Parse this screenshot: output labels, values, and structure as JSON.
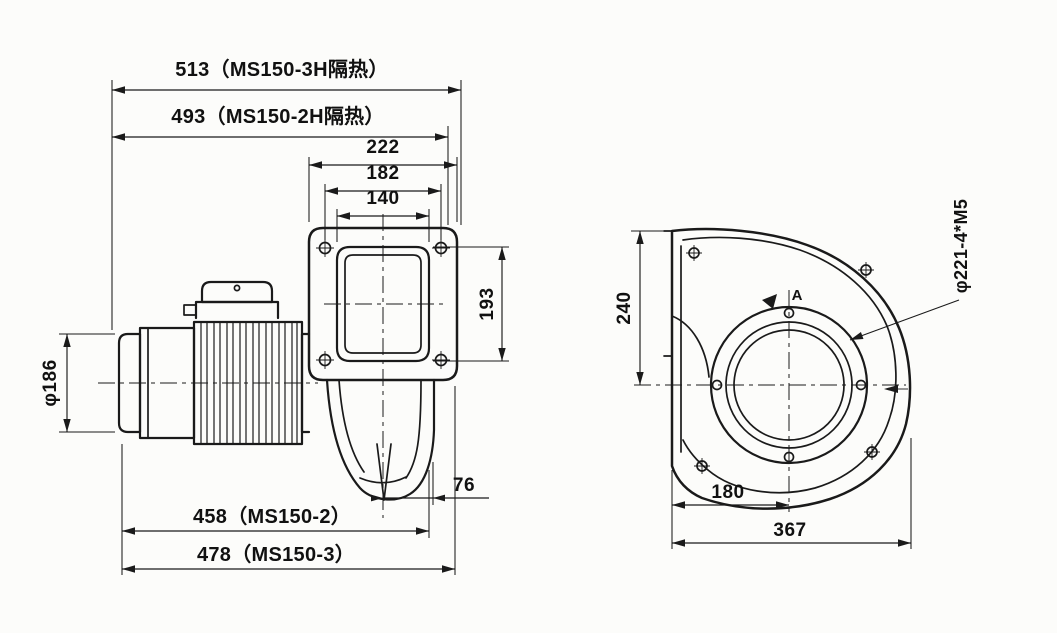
{
  "drawing": {
    "type": "technical-dimension-drawing",
    "subject": "MS150 centrifugal blower with motor, two orthographic views",
    "colors": {
      "line": "#1a1a1a",
      "background": "#fcfcfa"
    }
  },
  "side_view": {
    "dim_513": "513（MS150-3H隔热）",
    "dim_493": "493（MS150-2H隔热）",
    "dim_222": "222",
    "dim_182": "182",
    "dim_140": "140",
    "dim_193": "193",
    "dim_phi186": "φ186",
    "dim_76": "76",
    "dim_458": "458（MS150-2）",
    "dim_478": "478（MS150-3）"
  },
  "front_view": {
    "dim_240": "240",
    "dim_phi221": "φ221-4*M5",
    "dim_180": "180",
    "dim_367": "367",
    "marker_a": "A"
  }
}
